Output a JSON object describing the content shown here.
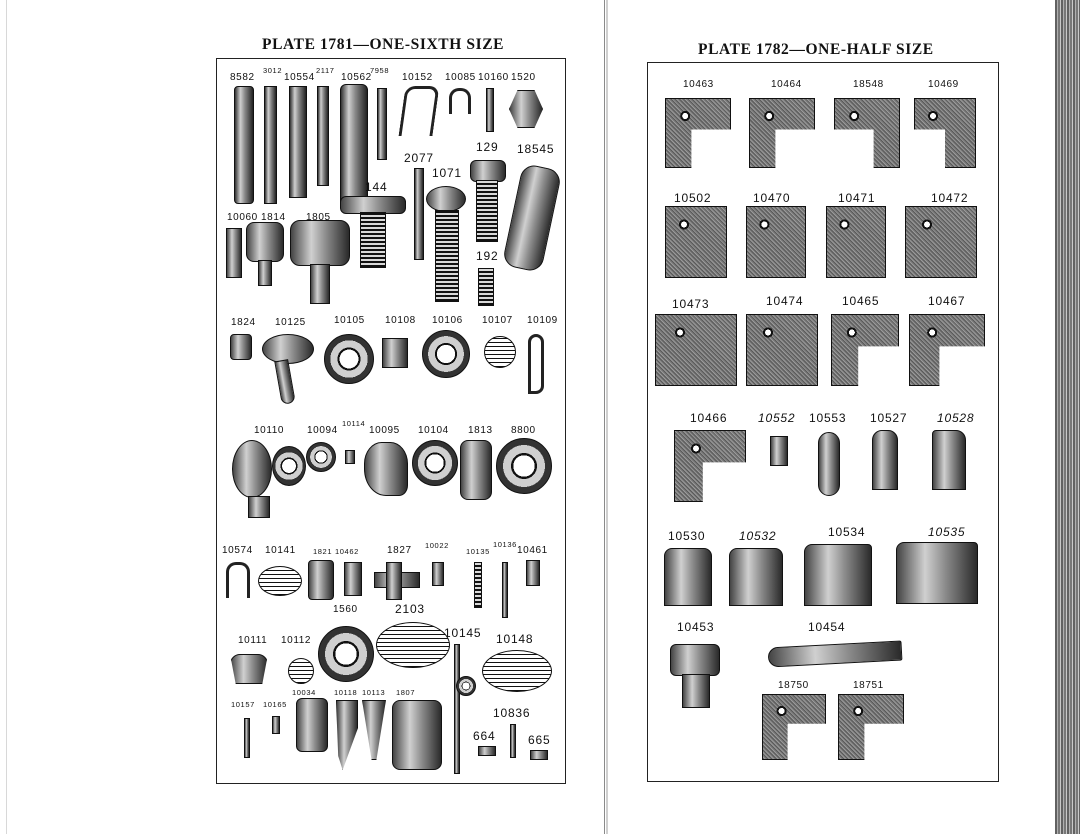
{
  "left_page": {
    "title": "PLATE 1781—ONE-SIXTH SIZE",
    "labels": {
      "l8582": "8582",
      "l3012": "3012",
      "l10554": "10554",
      "l2117": "2117",
      "l10562": "10562",
      "l7958": "7958",
      "l10152": "10152",
      "l10085": "10085",
      "l10160": "10160",
      "l1520": "1520",
      "l2077": "2077",
      "l1071": "1071",
      "l129": "129",
      "l18545": "18545",
      "l144": "144",
      "l10060": "10060",
      "l1814": "1814",
      "l1805": "1805",
      "l192": "192",
      "l1824": "1824",
      "l10125": "10125",
      "l10105": "10105",
      "l10108": "10108",
      "l10106": "10106",
      "l10107": "10107",
      "l10109": "10109",
      "l10110": "10110",
      "l10094": "10094",
      "l10114": "10114",
      "l10095": "10095",
      "l10104": "10104",
      "l1813": "1813",
      "l8800": "8800",
      "l10574": "10574",
      "l10141": "10141",
      "l1821": "1821",
      "l10462": "10462",
      "l1827": "1827",
      "l10022": "10022",
      "l10135": "10135",
      "l10136": "10136",
      "l10461": "10461",
      "l1560": "1560",
      "l2103": "2103",
      "l10111": "10111",
      "l10112": "10112",
      "l10145": "10145",
      "l10148": "10148",
      "l10034": "10034",
      "l10118": "10118",
      "l10113": "10113",
      "l1807": "1807",
      "l10157": "10157",
      "l10165": "10165",
      "l10836": "10836",
      "l664": "664",
      "l665": "665"
    }
  },
  "right_page": {
    "title": "PLATE 1782—ONE-HALF SIZE",
    "labels": {
      "r10463": "10463",
      "r10464": "10464",
      "r18548": "18548",
      "r10469": "10469",
      "r10502": "10502",
      "r10470": "10470",
      "r10471": "10471",
      "r10472": "10472",
      "r10473": "10473",
      "r10474": "10474",
      "r10465": "10465",
      "r10467": "10467",
      "r10466": "10466",
      "r10552": "10552",
      "r10553": "10553",
      "r10527": "10527",
      "r10528": "10528",
      "r10530": "10530",
      "r10532": "10532",
      "r10534": "10534",
      "r10535": "10535",
      "r10453": "10453",
      "r10454": "10454",
      "r18750": "18750",
      "r18751": "18751"
    }
  }
}
